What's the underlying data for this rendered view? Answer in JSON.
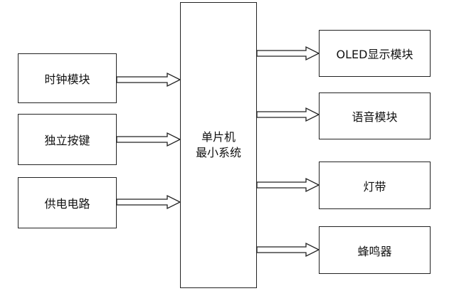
{
  "diagram": {
    "center": {
      "line1": "单片机",
      "line2": "最小系统"
    },
    "inputs": [
      {
        "label": "时钟模块"
      },
      {
        "label": "独立按键"
      },
      {
        "label": "供电电路"
      }
    ],
    "outputs": [
      {
        "label": "OLED显示模块"
      },
      {
        "label": "语音模块"
      },
      {
        "label": "灯带"
      },
      {
        "label": "蜂鸣器"
      }
    ],
    "colors": {
      "stroke": "#222222",
      "fill": "#ffffff",
      "text": "#111111"
    }
  }
}
